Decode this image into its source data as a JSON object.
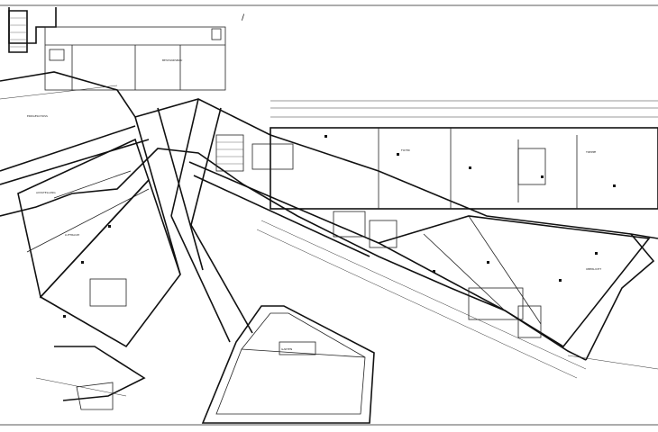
{
  "plan": {
    "marks": {
      "top_annotation": "/",
      "label_a": "ERDGESCHOSS",
      "label_b": "BESTANDSBAU",
      "label_c": "AUSSTELLUNG",
      "label_d": "TREPPE",
      "label_e": "LUFTRAUM",
      "label_f": "FOYER",
      "label_g": "GARTEN",
      "label_h": "OBERLICHT"
    }
  }
}
